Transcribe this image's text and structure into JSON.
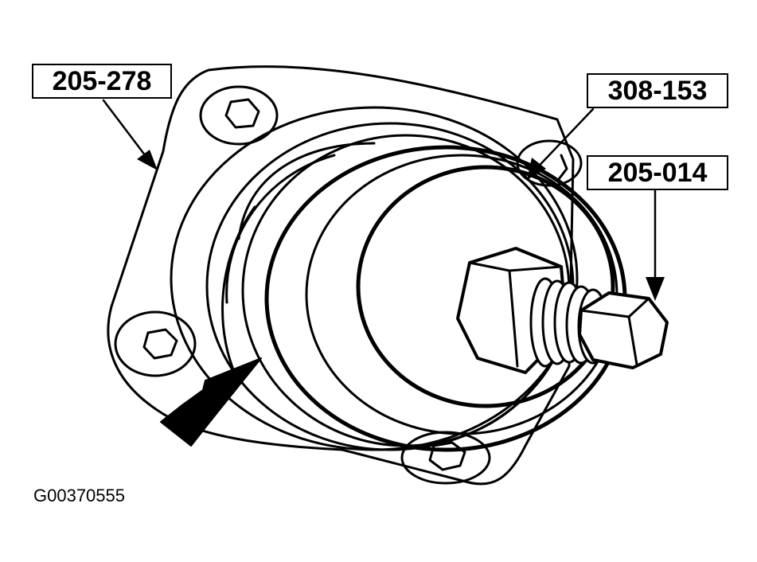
{
  "callouts": {
    "tool_left": "205-278",
    "tool_top_right": "308-153",
    "tool_right": "205-014"
  },
  "figure_id": "G00370555",
  "colors": {
    "ink": "#000000",
    "paper": "#ffffff"
  }
}
